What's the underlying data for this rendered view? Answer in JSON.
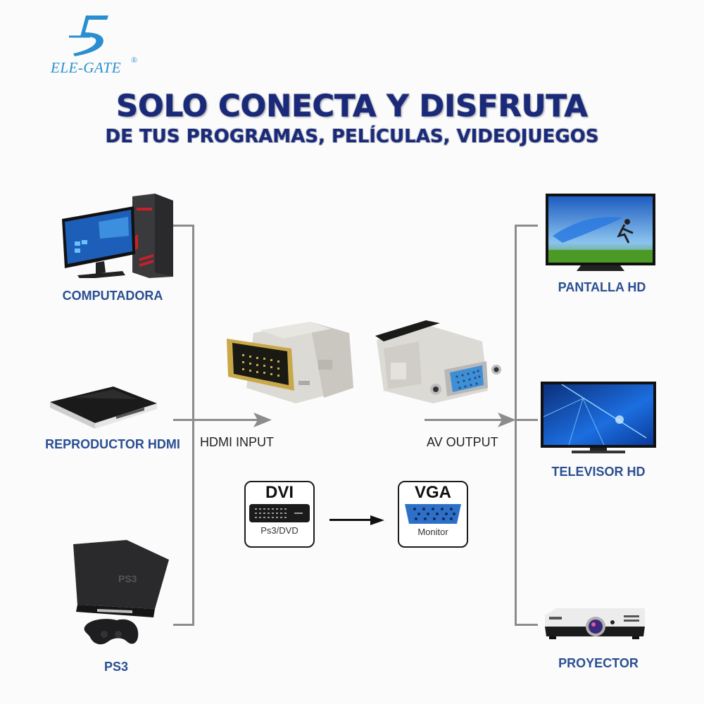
{
  "brand": {
    "logo_text": "ELE-GATE",
    "registered_mark": "®",
    "logo_color": "#2a8fd0"
  },
  "headline": {
    "title": "SOLO CONECTA Y DISFRUTA",
    "subtitle": "DE TUS PROGRAMAS, PELÍCULAS, VIDEOJUEGOS",
    "color": "#1a2a78"
  },
  "inputs": [
    {
      "label": "COMPUTADORA",
      "icon": "desktop-computer-icon"
    },
    {
      "label": "REPRODUCTOR HDMI",
      "icon": "media-player-icon"
    },
    {
      "label": "PS3",
      "icon": "game-console-icon"
    }
  ],
  "outputs": [
    {
      "label": "PANTALLA HD",
      "icon": "flat-screen-tv-icon"
    },
    {
      "label": "TELEVISOR HD",
      "icon": "television-icon"
    },
    {
      "label": "PROYECTOR",
      "icon": "projector-icon"
    }
  ],
  "flow": {
    "input_label": "HDMI INPUT",
    "output_label": "AV OUTPUT",
    "line_color": "#8c8c8c"
  },
  "adapter": {
    "left_view": "dvi-male-plug",
    "right_view": "vga-female-socket"
  },
  "conversion": {
    "from": {
      "title": "DVI",
      "subtitle": "Ps3/DVD"
    },
    "to": {
      "title": "VGA",
      "subtitle": "Monitor"
    }
  },
  "label_color": "#2a4f92"
}
